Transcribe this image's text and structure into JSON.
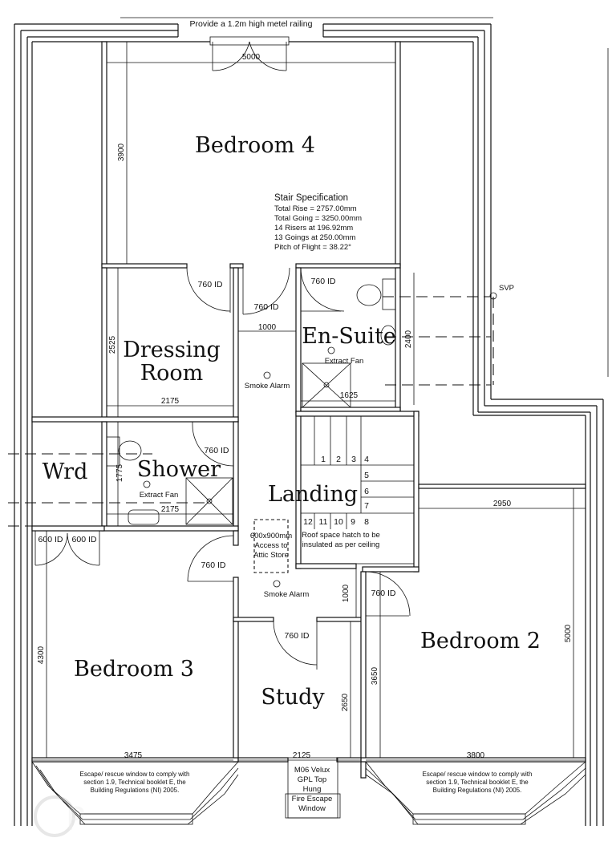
{
  "rooms": {
    "bedroom4": "Bedroom 4",
    "dressing_1": "Dressing",
    "dressing_2": "Room",
    "ensuite": "En-Suite",
    "wrd": "Wrd",
    "shower": "Shower",
    "landing": "Landing",
    "bedroom3": "Bedroom 3",
    "study": "Study",
    "bedroom2": "Bedroom 2"
  },
  "railing_note": "Provide a 1.2m high metel railing",
  "stair_spec": {
    "title": "Stair Specification",
    "lines": [
      "Total Rise = 2757.00mm",
      "Total Going = 3250.00mm",
      "14 Risers at 196.92mm",
      "13 Goings at 250.00mm",
      "Pitch of Flight = 38.22°"
    ]
  },
  "stair_numbers": [
    "1",
    "2",
    "3",
    "4",
    "5",
    "6",
    "7",
    "8",
    "9",
    "10",
    "11",
    "12"
  ],
  "fixtures": {
    "svp": "SVP",
    "extract_fan": "Extract Fan",
    "smoke_alarm": "Smoke Alarm"
  },
  "doors": {
    "id760": "760 ID",
    "id600": "600 ID"
  },
  "dimensions": {
    "d5000_top": "5000",
    "d3900": "3900",
    "d2525": "2525",
    "d2175_dressing": "2175",
    "d1000_corridor": "1000",
    "d2400": "2400",
    "d1625": "1625",
    "d1775": "1775",
    "d2175_shower": "2175",
    "d2950": "2950",
    "d5000_right": "5000",
    "d1000_landing": "1000",
    "d4300": "4300",
    "d3650": "3650",
    "d2650": "2650",
    "d3475": "3475",
    "d2125": "2125",
    "d3800": "3800"
  },
  "notes": {
    "attic_1": "600x900mm",
    "attic_2": "Access to",
    "attic_3": "Attic Store",
    "roof_1": "Roof space hatch to be",
    "roof_2": "insulated as per ceiling",
    "velux_1": "M06 Velux",
    "velux_2": "GPL Top",
    "velux_3": "Hung",
    "velux_4": "Fire Escape",
    "velux_5": "Window",
    "escape_1": "Escape/ rescue window to comply with",
    "escape_2": "section 1.9, Technical booklet E, the",
    "escape_3": "Building Regulations (NI) 2005."
  }
}
